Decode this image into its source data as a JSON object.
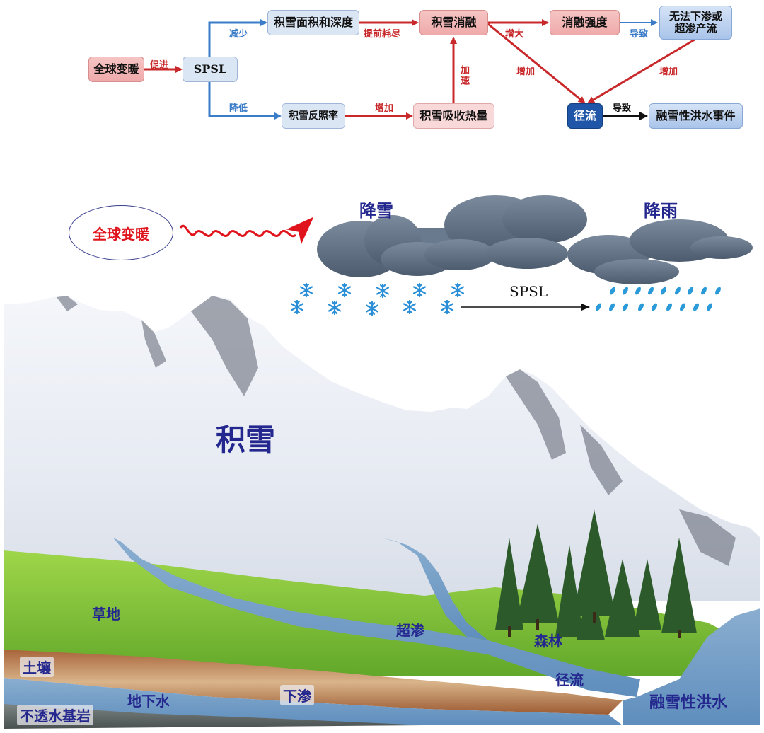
{
  "flowchart": {
    "nodes": {
      "global_warming": "全球变暖",
      "spsl": "SPSL",
      "snow_area_depth": "积雪面积和深度",
      "snow_albedo": "积雪反照率",
      "snowmelt": "积雪消融",
      "heat_absorption": "积雪吸收热量",
      "melt_intensity": "消融强度",
      "no_infiltration": "无法下渗或\n超渗产流",
      "runoff": "径流",
      "flood_event": "融雪性洪水事件"
    },
    "edges": {
      "promote": "促进",
      "reduce": "减少",
      "lower": "降低",
      "deplete_early": "提前耗尽",
      "increase_heat": "增加",
      "accelerate": "加速",
      "enlarge": "增大",
      "increase_runoff_left": "增加",
      "lead_to_blue": "导致",
      "increase_runoff_right": "增加",
      "lead_to_flood": "导致"
    },
    "colors": {
      "red_arrow": "#c8282a",
      "blue_arrow": "#3a7cc8",
      "black_arrow": "#111111"
    }
  },
  "illustration": {
    "warming_label": "全球变暖",
    "snowfall_label": "降雪",
    "rainfall_label": "降雨",
    "spsl_label": "SPSL",
    "snowpack_label": "积雪",
    "grassland_label": "草地",
    "infiltration_excess_label": "超渗",
    "forest_label": "森林",
    "soil_label": "土壤",
    "runoff_label": "径流",
    "groundwater_label": "地下水",
    "percolation_label": "下渗",
    "bedrock_label": "不透水基岩",
    "flood_label": "融雪性洪水",
    "colors": {
      "label_text": "#24288e",
      "warming_text": "#e0141c",
      "snowflake": "#2a8fd6",
      "raindrop": "#2a9ad8",
      "water": "#7fa3c8",
      "grass": "#86c93a",
      "soil": "#b87a4b",
      "cloud": "#5f6f84"
    }
  }
}
